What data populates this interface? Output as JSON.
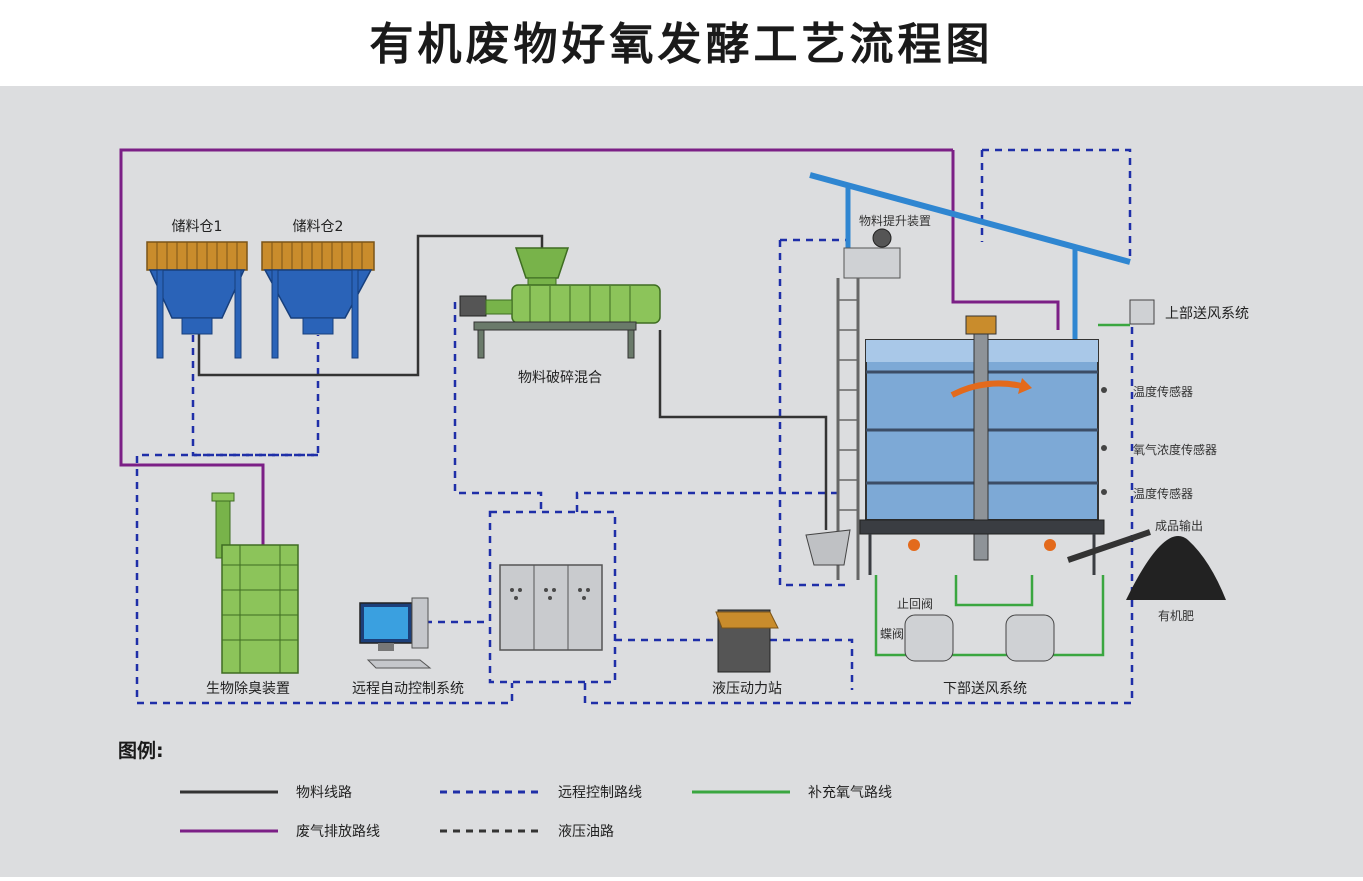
{
  "title": "有机废物好氧发酵工艺流程图",
  "labels": {
    "silo1": "储料仓1",
    "silo2": "储料仓2",
    "lift": "物料提升装置",
    "crusher": "物料破碎混合",
    "upper_fan": "上部送风系统",
    "temp1": "温度传感器",
    "oxygen_sensor": "氧气浓度传感器",
    "temp2": "温度传感器",
    "output": "成品输出",
    "fertilizer": "有机肥",
    "check_valve": "止回阀",
    "butterfly_valve": "蝶阀",
    "deodorizer": "生物除臭装置",
    "remote_control": "远程自动控制系统",
    "hydraulic_station": "液压动力站",
    "lower_fan": "下部送风系统"
  },
  "legend": {
    "title": "图例:",
    "items": [
      {
        "label": "物料线路",
        "color": "#333333",
        "style": "solid"
      },
      {
        "label": "远程控制路线",
        "color": "#1f2fa8",
        "style": "dashed"
      },
      {
        "label": "补充氧气路线",
        "color": "#3aa640",
        "style": "solid"
      },
      {
        "label": "废气排放路线",
        "color": "#7b1f86",
        "style": "solid"
      },
      {
        "label": "液压油路",
        "color": "#333333",
        "style": "dashed"
      }
    ]
  },
  "colors": {
    "material_line": "#333333",
    "control_line": "#1f2fa8",
    "oxygen_line": "#3aa640",
    "exhaust_line": "#7b1f86",
    "hydraulic_line": "#333333",
    "silo_top": "#c98c2c",
    "silo_body": "#2a63b8",
    "machine_green": "#78b34a",
    "tank_blue": "#7da9d6",
    "air_pipe": "#2f86d1"
  }
}
